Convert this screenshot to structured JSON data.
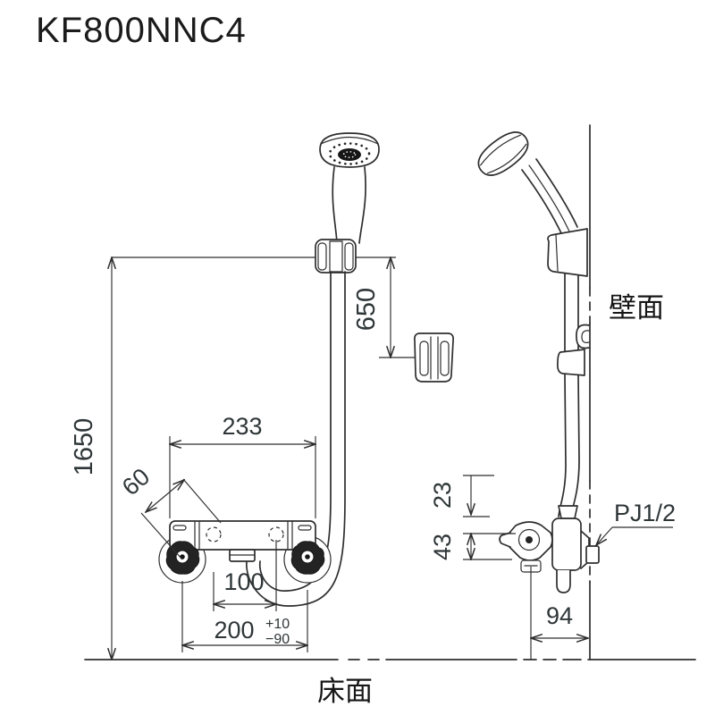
{
  "title": "KF800NNC4",
  "labels": {
    "wall_surface": "壁面",
    "floor_surface": "床面",
    "thread_spec": "PJ1/2"
  },
  "dimensions": {
    "overall_height": "1650",
    "holder_to_hook": "650",
    "body_width": "233",
    "handle_projection": "60",
    "outlet_pitch": "100",
    "mounting_pitch": "200",
    "mounting_tol_upper": "+10",
    "mounting_tol_lower": "−90",
    "side_offset_top": "23",
    "side_offset_mid": "43",
    "wall_clearance": "94"
  },
  "colors": {
    "line": "#2e2e2e",
    "dimension_text": "#2f3638",
    "title_text": "#1b1b1b",
    "background": "#ffffff"
  }
}
